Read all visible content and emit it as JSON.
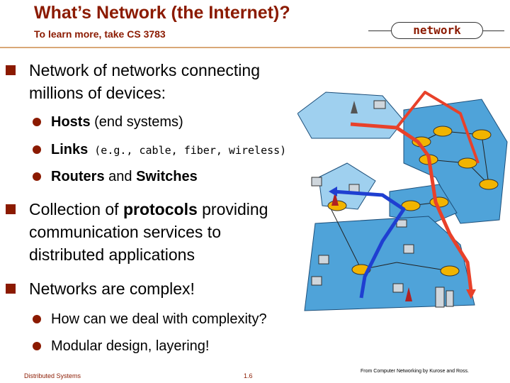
{
  "header": {
    "title": "What’s Network (the Internet)?",
    "subtitle": "To learn more, take CS 3783",
    "tag": "network"
  },
  "bullets": {
    "b1": {
      "line1": "Network of networks connecting",
      "line2": "millions of devices:"
    },
    "b1_sub": [
      {
        "bold": "Hosts",
        "rest": " (end systems)"
      },
      {
        "bold": "Links",
        "rest": " (e.g., cable, fiber, wireless)"
      },
      {
        "bold": "Routers",
        "mid": " and ",
        "bold2": "Switches"
      }
    ],
    "b2": {
      "pre": "Collection of ",
      "bold": "protocols",
      "post": " providing",
      "line2": "communication services to",
      "line3": "distributed applications"
    },
    "b3": {
      "text": "Networks are complex!"
    },
    "b3_sub": [
      {
        "text": "How can we deal with complexity?"
      },
      {
        "text": "Modular design, layering!"
      }
    ]
  },
  "footer": {
    "left": "Distributed Systems",
    "center": "1.6",
    "right": "From Computer Networking by Kurose and Ross."
  },
  "colors": {
    "accent": "#8b1a00",
    "network_blob": "#4fa3d9",
    "router": "#f2b400",
    "path_red": "#e8412a",
    "path_blue": "#1f3fd1"
  },
  "icons": [
    "bullet-square-icon",
    "bullet-circle-icon",
    "router-icon",
    "laptop-icon",
    "server-icon",
    "tower-icon"
  ]
}
